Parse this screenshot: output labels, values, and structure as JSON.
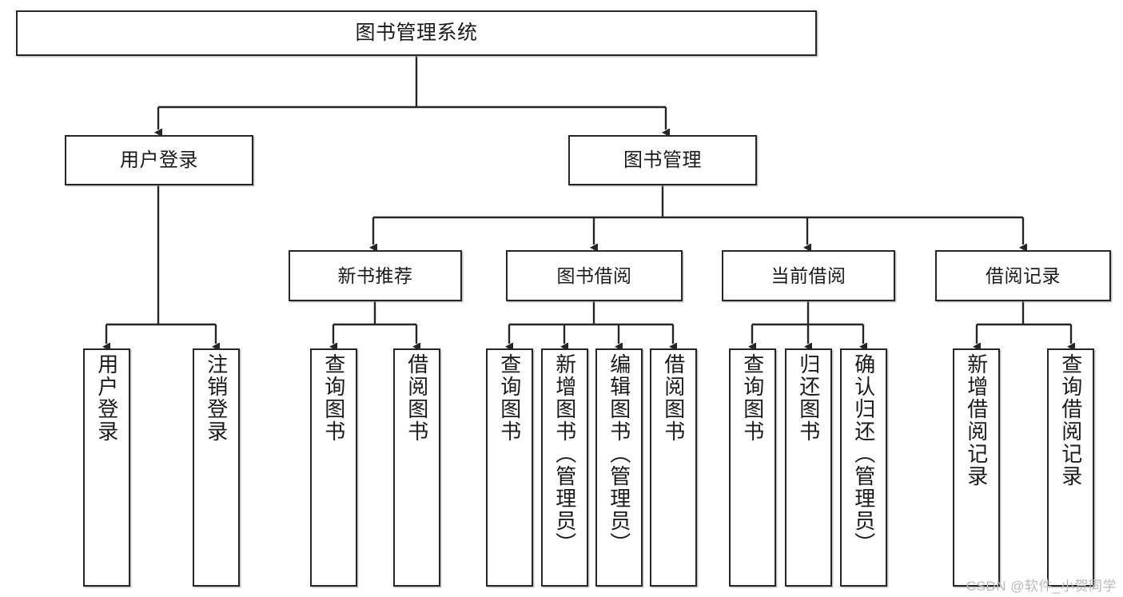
{
  "diagram": {
    "title": "图书管理系统",
    "type": "tree-hierarchy-chart",
    "root": {
      "label": "图书管理系统"
    },
    "level1": [
      {
        "label": "用户登录"
      },
      {
        "label": "图书管理"
      }
    ],
    "level2": [
      {
        "label": "新书推荐"
      },
      {
        "label": "图书借阅"
      },
      {
        "label": "当前借阅"
      },
      {
        "label": "借阅记录"
      }
    ],
    "leaves": [
      {
        "label": "用户登录"
      },
      {
        "label": "注销登录"
      },
      {
        "label": "查询图书"
      },
      {
        "label": "借阅图书"
      },
      {
        "label": "查询图书"
      },
      {
        "label": "新增图书（管理员）"
      },
      {
        "label": "编辑图书（管理员）"
      },
      {
        "label": "借阅图书"
      },
      {
        "label": "查询图书"
      },
      {
        "label": "归还图书"
      },
      {
        "label": "确认归还（管理员）"
      },
      {
        "label": "新增借阅记录"
      },
      {
        "label": "查询借阅记录"
      }
    ]
  },
  "watermark": {
    "text": "CSDN @软件_小贺同学"
  },
  "colors": {
    "stroke": "#262626",
    "fill": "#ffffff",
    "text": "#1a1a1a",
    "watermark": "#b9b9b9"
  }
}
